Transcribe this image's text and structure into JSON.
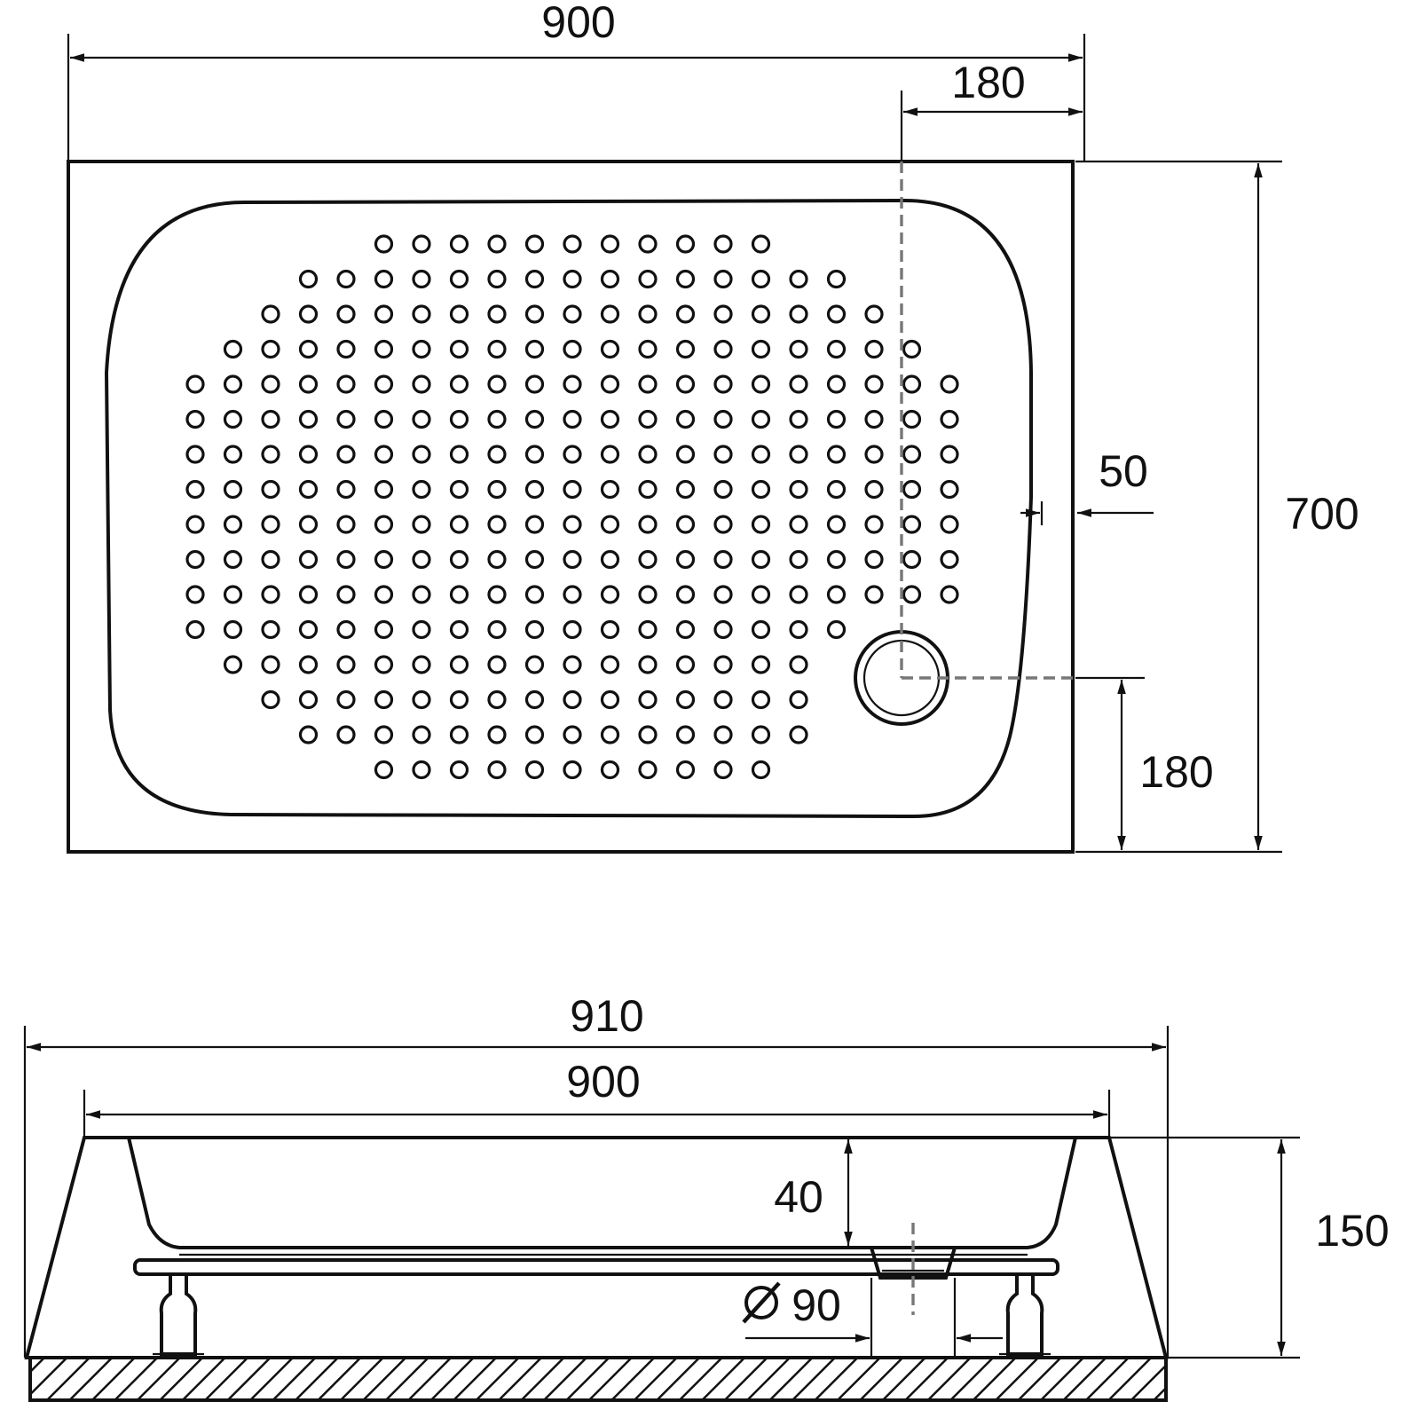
{
  "colors": {
    "stroke": "#111111",
    "background": "#ffffff",
    "drain_axis_dash": "#777777"
  },
  "top_view": {
    "dimensions": {
      "overall_width": "900",
      "drain_offset_x": "180",
      "rim_thickness": "50",
      "overall_depth": "700",
      "drain_offset_y": "180"
    }
  },
  "side_view": {
    "dimensions": {
      "outer_width": "910",
      "inner_width": "900",
      "basin_depth": "40",
      "total_height": "150",
      "drain_diameter": "90",
      "diameter_symbol": "Ø"
    }
  },
  "icons": {
    "drain": "drain-outlet-icon",
    "diameter": "diameter-symbol-icon",
    "foot": "support-foot-icon"
  }
}
